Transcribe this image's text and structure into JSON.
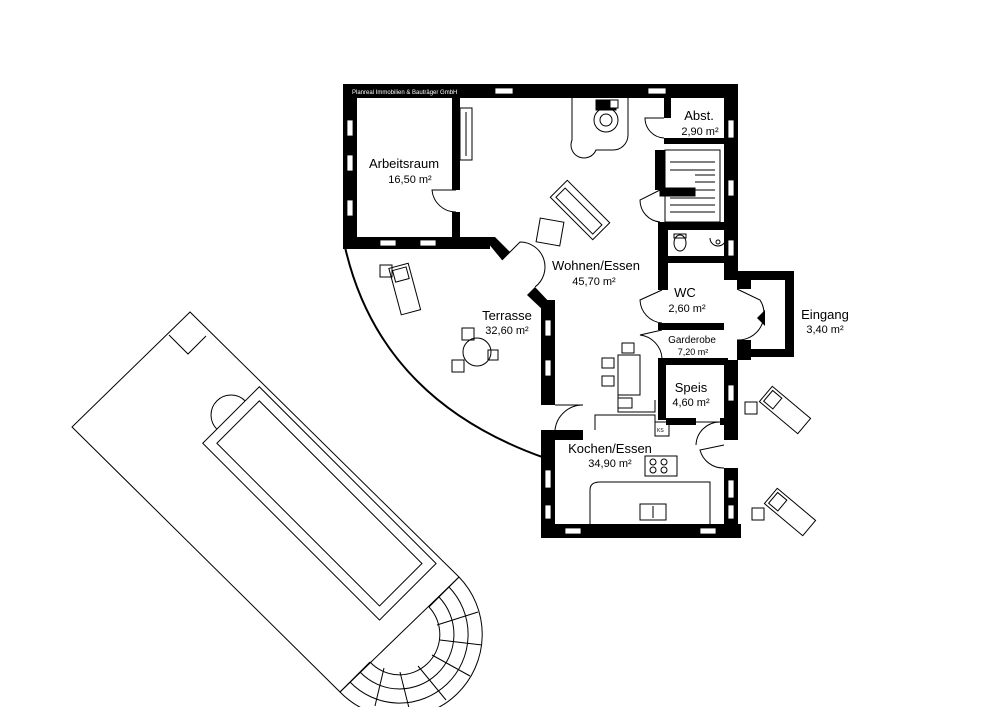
{
  "company_label": "Planreal Immobilien & Bauträger GmbH",
  "appliance_label": "KS",
  "colors": {
    "wall": "#000000",
    "background": "#ffffff",
    "line": "#000000"
  },
  "rooms": {
    "arbeitsraum": {
      "name": "Arbeitsraum",
      "area": "16,50 m²"
    },
    "abst": {
      "name": "Abst.",
      "area": "2,90 m²"
    },
    "wohnen": {
      "name": "Wohnen/Essen",
      "area": "45,70 m²"
    },
    "wc": {
      "name": "WC",
      "area": "2,60 m²"
    },
    "eingang": {
      "name": "Eingang",
      "area": "3,40 m²"
    },
    "terrasse": {
      "name": "Terrasse",
      "area": "32,60 m²"
    },
    "garderobe": {
      "name": "Garderobe",
      "area": "7,20 m²"
    },
    "speis": {
      "name": "Speis",
      "area": "4,60 m²"
    },
    "kochen": {
      "name": "Kochen/Essen",
      "area": "34,90 m²"
    }
  }
}
